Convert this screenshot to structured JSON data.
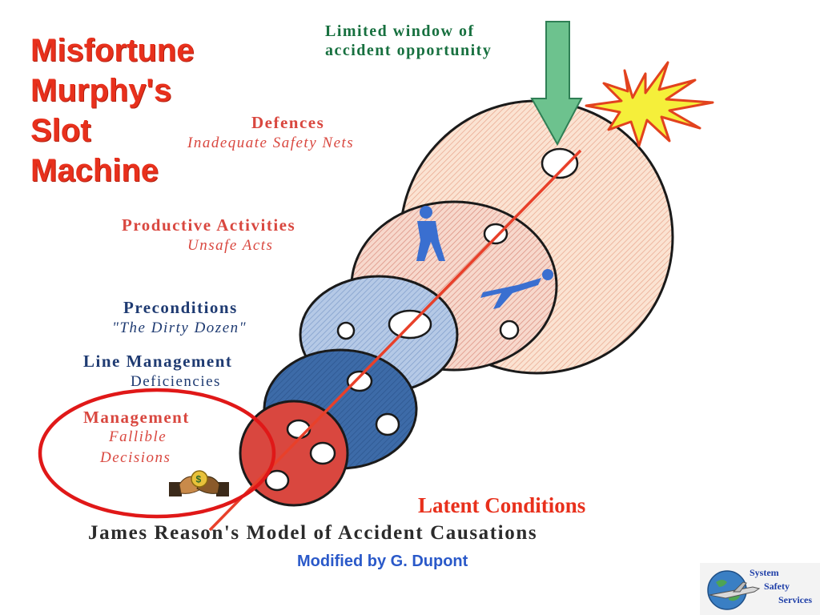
{
  "title": {
    "line1": "Misfortune",
    "line2": "Murphy's",
    "line3": "Slot",
    "line4": "Machine"
  },
  "window_label": {
    "line1": "Limited window of",
    "line2": "accident opportunity"
  },
  "layers": [
    {
      "heading": "Defences",
      "subtitle": "Inadequate Safety Nets"
    },
    {
      "heading": "Productive  Activities",
      "subtitle": "Unsafe Acts"
    },
    {
      "heading": "Preconditions",
      "subtitle": "\"The Dirty Dozen\""
    },
    {
      "heading": "Line  Management",
      "subtitle": "Deficiencies"
    },
    {
      "heading": "Management",
      "subtitle_line1": "Fallible",
      "subtitle_line2": "Decisions"
    }
  ],
  "latent_conditions": "Latent Conditions",
  "model_title": "James Reason's Model of Accident Causations",
  "modified_by": "Modified by G. Dupont",
  "logo": {
    "line1": "System",
    "line2": "Safety",
    "line3": "Services",
    "icon": "globe-airplane-icon"
  },
  "colors": {
    "title_red": "#e8301c",
    "arrow_green": "#6dc28e",
    "trajectory_red": "#e8402a",
    "highlight_ring": "#e01818",
    "disc_defences": "#f6d2b8",
    "disc_productive": "#f1c8b4",
    "disc_preconditions": "#9ab4da",
    "disc_line_mgmt": "#3b6aa6",
    "disc_management": "#d9473f"
  }
}
